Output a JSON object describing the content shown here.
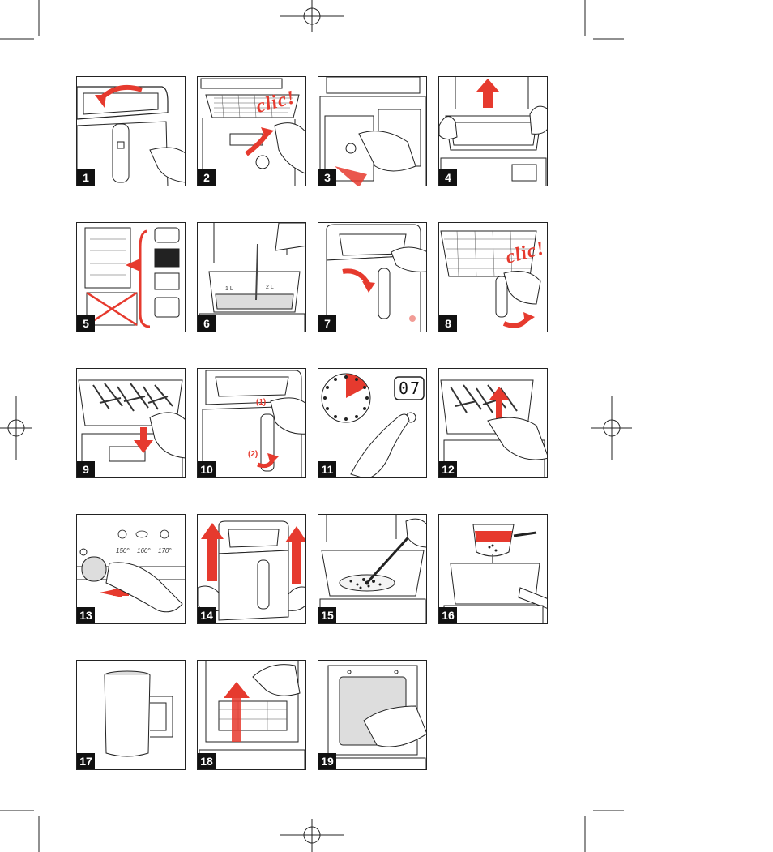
{
  "steps": [
    "1",
    "2",
    "3",
    "4",
    "5",
    "6",
    "7",
    "8",
    "9",
    "10",
    "11",
    "12",
    "13",
    "14",
    "15",
    "16",
    "17",
    "18",
    "19"
  ],
  "sounds": {
    "clic_2": "clic!",
    "clic_8": "clic!"
  },
  "step10": {
    "label1": "(1)",
    "label2": "(2)"
  },
  "step11": {
    "display": "07"
  },
  "step13": {
    "temps": [
      "150°",
      "160°",
      "170°"
    ]
  },
  "step6": {
    "scale_left": "1 L",
    "scale_right": "2 L"
  },
  "colors": {
    "accent": "#e63a2e",
    "line": "#222222",
    "number_bg": "#111111"
  }
}
